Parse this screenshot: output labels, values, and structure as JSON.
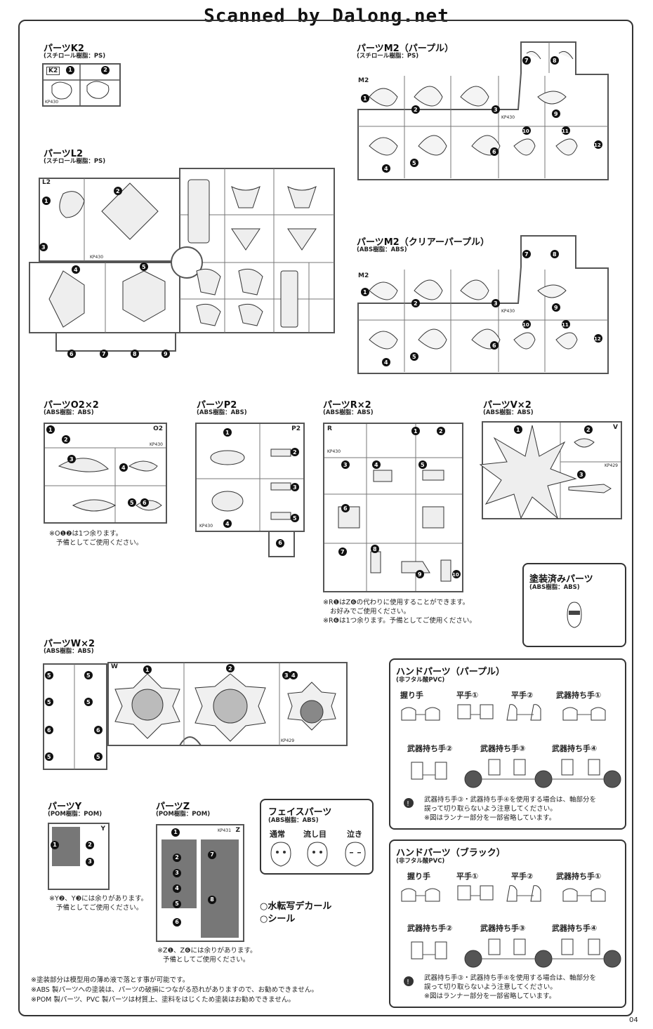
{
  "header": {
    "scan_credit": "Scanned by Dalong.net"
  },
  "page_number": "04",
  "runner_code_1": "KP430",
  "runner_code_2": "KP429",
  "runner_code_3": "KP431",
  "material_abs": "(ABS樹脂：ABS)",
  "parts": {
    "k2": {
      "title": "パーツK2",
      "material": "(スチロール樹脂：PS)",
      "tag": "K2"
    },
    "l2": {
      "title": "パーツL2",
      "material": "(スチロール樹脂：PS)",
      "tag": "L2"
    },
    "m2_purple": {
      "title": "パーツM2（パープル）",
      "material": "(スチロール樹脂：PS)",
      "tag": "M2"
    },
    "m2_clear": {
      "title": "パーツM2（クリアーパープル）",
      "material": "(ABS樹脂：ABS)",
      "tag": "M2"
    },
    "o2": {
      "title": "パーツO2×2",
      "material": "(ABS樹脂：ABS)",
      "tag": "O2",
      "note1": "※O❶❷は1つ余ります。",
      "note2": "予備としてご使用ください。"
    },
    "p2": {
      "title": "パーツP2",
      "material": "(ABS樹脂：ABS)",
      "tag": "P2"
    },
    "r": {
      "title": "パーツR×2",
      "material": "(ABS樹脂：ABS)",
      "tag": "R",
      "note1": "※R❶はZ❻の代わりに使用することができます。",
      "note2": "お好みでご使用ください。",
      "note3": "※R❻は1つ余ります。予備としてご使用ください。"
    },
    "v": {
      "title": "パーツV×2",
      "material": "(ABS樹脂：ABS)",
      "tag": "V"
    },
    "painted": {
      "title": "塗装済みパーツ",
      "material": "(ABS樹脂：ABS)"
    },
    "w": {
      "title": "パーツW×2",
      "material": "(ABS樹脂：ABS)",
      "tag": "W"
    },
    "y": {
      "title": "パーツY",
      "material": "(POM樹脂：POM)",
      "tag": "Y",
      "note1": "※Y❷、Y❸には余りがあります。",
      "note2": "予備としてご使用ください。"
    },
    "z": {
      "title": "パーツZ",
      "material": "(POM樹脂：POM)",
      "tag": "Z",
      "note1": "※Z❶、Z❻には余りがあります。",
      "note2": "予備としてご使用ください。"
    },
    "face": {
      "title": "フェイスパーツ",
      "material": "(ABS樹脂：ABS)",
      "labels": [
        "通常",
        "流し目",
        "泣き"
      ]
    }
  },
  "decals": {
    "item1": "○水転写デカール",
    "item2": "○シール"
  },
  "hands_purple": {
    "title": "ハンドパーツ（パープル）",
    "material": "(非フタル酸PVC)",
    "row1": [
      "握り手",
      "平手①",
      "平手②",
      "武器持ち手①"
    ],
    "row2": [
      "武器持ち手②",
      "武器持ち手③",
      "武器持ち手④"
    ],
    "warn1": "武器持ち手③・武器持ち手④を使用する場合は、軸部分を",
    "warn2": "誤って切り取らないよう注意してください。",
    "warn3": "※図はランナー部分を一部省略しています。"
  },
  "hands_black": {
    "title": "ハンドパーツ（ブラック）",
    "material": "(非フタル酸PVC)",
    "row1": [
      "握り手",
      "平手①",
      "平手②",
      "武器持ち手①"
    ],
    "row2": [
      "武器持ち手②",
      "武器持ち手③",
      "武器持ち手④"
    ],
    "warn1": "武器持ち手③・武器持ち手④を使用する場合は、軸部分を",
    "warn2": "誤って切り取らないよう注意してください。",
    "warn3": "※図はランナー部分を一部省略しています。"
  },
  "footer_notes": [
    "※塗装部分は模型用の薄め液で落とす事が可能です。",
    "※ABS 製パーツへの塗装は、パーツの破損につながる恐れがありますので、お勧めできません。",
    "※POM 製パーツ、PVC 製パーツは材質上、塗料をはじくため塗装はお勧めできません。"
  ]
}
